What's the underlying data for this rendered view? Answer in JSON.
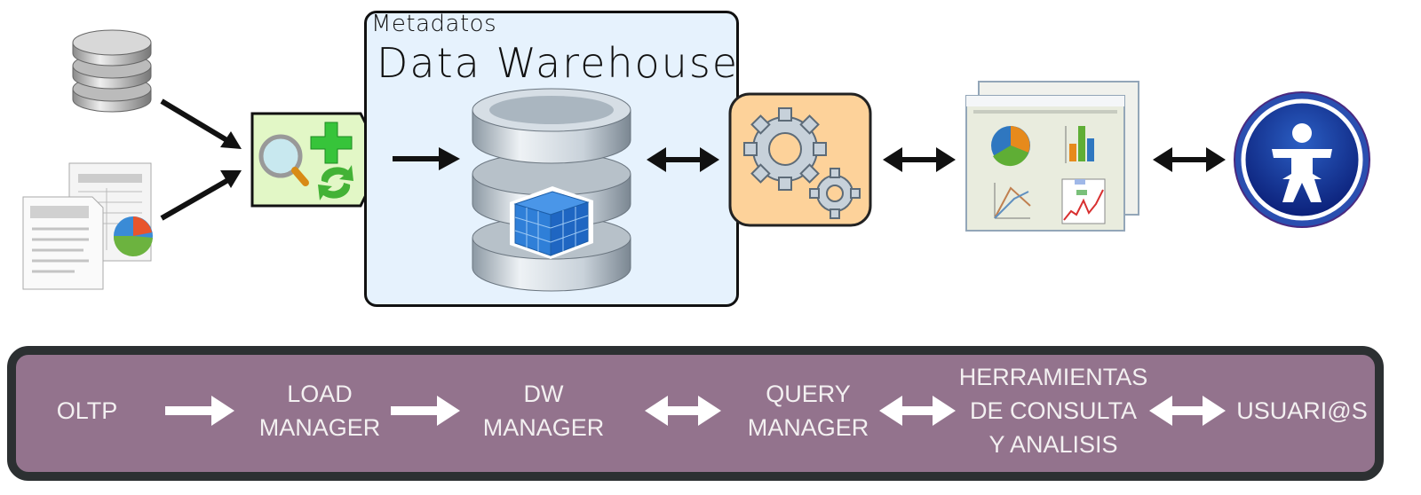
{
  "diagram": {
    "metadata_label": "Metadatos",
    "warehouse_title": "Data Warehouse",
    "pipeline": [
      {
        "id": "oltp",
        "lines": [
          "OLTP"
        ]
      },
      {
        "id": "load_manager",
        "lines": [
          "LOAD",
          "MANAGER"
        ]
      },
      {
        "id": "dw_manager",
        "lines": [
          "DW",
          "MANAGER"
        ]
      },
      {
        "id": "query_manager",
        "lines": [
          "QUERY",
          "MANAGER"
        ]
      },
      {
        "id": "tools",
        "lines": [
          "HERRAMIENTAS",
          "DE CONSULTA",
          "Y ANALISIS"
        ]
      },
      {
        "id": "users",
        "lines": [
          "USUARI@S"
        ]
      }
    ],
    "connections": [
      {
        "from": "oltp",
        "to": "load_manager",
        "type": "one-way"
      },
      {
        "from": "load_manager",
        "to": "dw_manager",
        "type": "one-way"
      },
      {
        "from": "dw_manager",
        "to": "query_manager",
        "type": "two-way"
      },
      {
        "from": "query_manager",
        "to": "tools",
        "type": "two-way"
      },
      {
        "from": "tools",
        "to": "users",
        "type": "two-way"
      }
    ],
    "icons": {
      "sources": [
        "database-icon",
        "documents-icon"
      ],
      "load": "load-manager-icon",
      "warehouse": "database-cube-icon",
      "query": "gears-icon",
      "tools": "report-windows-icon",
      "users": "user-icon"
    },
    "colors": {
      "band": "#93738d",
      "band_border": "#2c3032",
      "warehouse_bg": "#e6f2fd",
      "load_bg": "#e2f7c6",
      "query_bg": "#fdd29a"
    }
  }
}
